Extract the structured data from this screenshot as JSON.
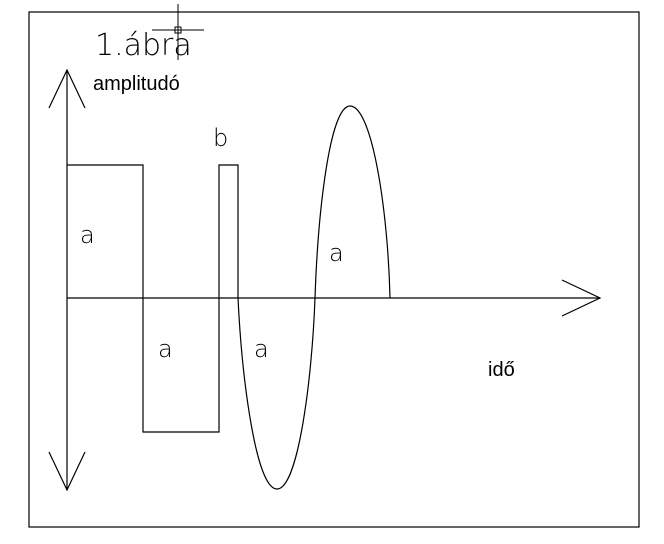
{
  "figure": {
    "title": "1.ábra",
    "y_axis_label": "amplitudó",
    "x_axis_label": "idő",
    "segment_labels": [
      "a",
      "a",
      "b",
      "a",
      "a"
    ],
    "colors": {
      "stroke": "#000000",
      "background": "#ffffff"
    },
    "icons": {
      "cursor": "crosshair-cursor-icon"
    }
  }
}
